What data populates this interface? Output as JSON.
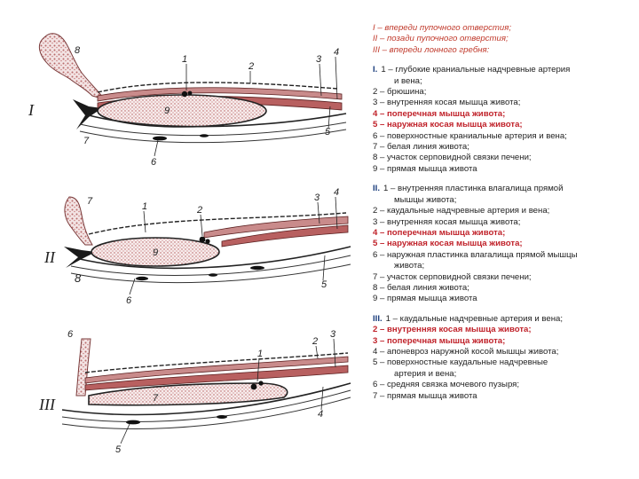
{
  "header": [
    "I – впереди пупочного отверстия;",
    "II – позади пупочного отверстия;",
    "III – впереди лонного гребня:"
  ],
  "sections": [
    {
      "roman": "I.",
      "items": [
        {
          "text": "1 – глубокие краниальные надчревные артерия",
          "cont": "и вена;"
        },
        {
          "text": "2 – брюшина;"
        },
        {
          "text": "3 – внутренняя косая мышца живота;"
        },
        {
          "text": "4 – поперечная мышца живота;",
          "red": true
        },
        {
          "text": "5 – наружная косая мышца живота;",
          "red": true
        },
        {
          "text": "6 – поверхностные краниальные артерия и вена;"
        },
        {
          "text": "7 – белая линия живота;"
        },
        {
          "text": "8 – участок серповидной связки печени;"
        },
        {
          "text": "9 – прямая мышца живота"
        }
      ]
    },
    {
      "roman": "II.",
      "items": [
        {
          "text": "1 – внутренняя пластинка влагалища прямой",
          "cont": "мышцы живота;"
        },
        {
          "text": "2 – каудальные надчревные артерия и вена;"
        },
        {
          "text": "3 – внутренняя косая мышца живота;"
        },
        {
          "text": "4 – поперечная мышца живота;",
          "red": true
        },
        {
          "text": "5 – наружная косая мышца живота;",
          "red": true
        },
        {
          "text": "6 – наружная пластинка влагалища прямой мышцы",
          "cont": "живота;"
        },
        {
          "text": "7 – участок серповидной связки печени;"
        },
        {
          "text": "8 – белая линия живота;"
        },
        {
          "text": "9 – прямая мышца живота"
        }
      ]
    },
    {
      "roman": "III.",
      "items": [
        {
          "text": "1 – каудальные надчревные артерия и вена;"
        },
        {
          "text": "2 – внутренняя косая мышца живота;",
          "red": true
        },
        {
          "text": "3 – поперечная мышца живота;",
          "red": true
        },
        {
          "text": "4 – апоневроз наружной косой мышцы живота;"
        },
        {
          "text": "5 – поверхностные каудальные надчревные",
          "cont": "артерия и вена;"
        },
        {
          "text": "6 – средняя связка мочевого пузыря;"
        },
        {
          "text": "7 – прямая мышца живота"
        }
      ]
    }
  ],
  "figure": {
    "panel1": {
      "roman": "I",
      "labels": [
        "8",
        "1",
        "2",
        "3",
        "4",
        "9",
        "5",
        "7",
        "6"
      ]
    },
    "panel2": {
      "roman": "II",
      "labels": [
        "7",
        "1",
        "2",
        "3",
        "4",
        "9",
        "5",
        "8",
        "6"
      ]
    },
    "panel3": {
      "roman": "III",
      "labels": [
        "6",
        "1",
        "2",
        "3",
        "7",
        "4",
        "5"
      ]
    }
  }
}
